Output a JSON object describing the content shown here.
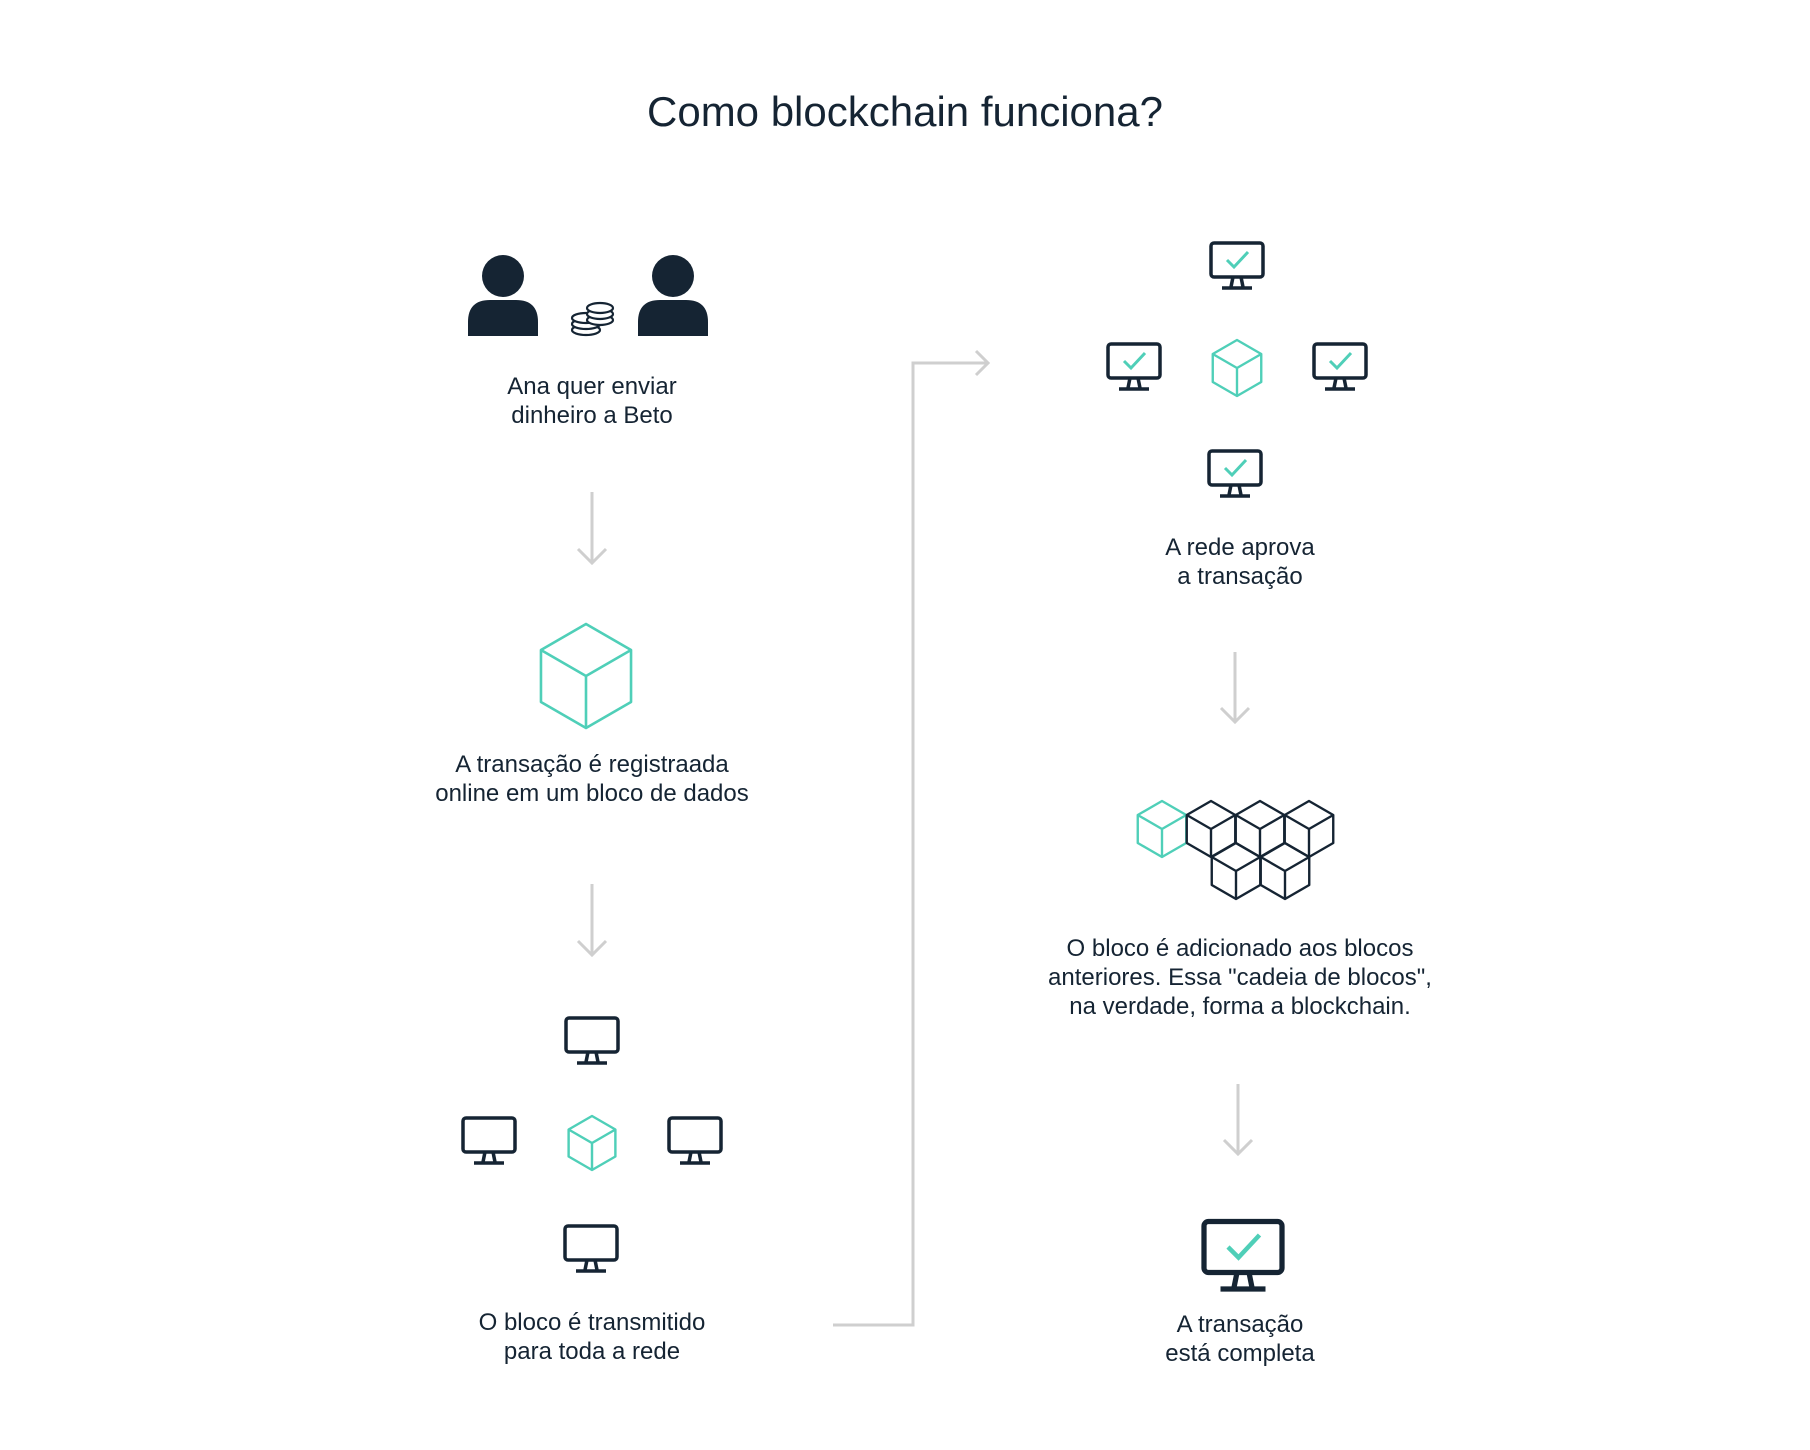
{
  "title": "Como blockchain funciona?",
  "colors": {
    "dark": "#152433",
    "accent": "#4fcfb8",
    "arrow": "#cfcfcf"
  },
  "steps": [
    {
      "id": "step-1",
      "icon": "people-coins-icon",
      "lines": [
        "Ana quer enviar",
        "dinheiro a Beto"
      ]
    },
    {
      "id": "step-2",
      "icon": "cube-icon",
      "lines": [
        "A transação é registraada",
        "online em um bloco de dados"
      ]
    },
    {
      "id": "step-3",
      "icon": "network-broadcast-icon",
      "lines": [
        "O bloco é transmitido",
        "para toda a rede"
      ]
    },
    {
      "id": "step-4",
      "icon": "network-approved-icon",
      "lines": [
        "A rede aprova",
        "a transação"
      ]
    },
    {
      "id": "step-5",
      "icon": "block-chain-icon",
      "lines": [
        "O bloco é adicionado aos blocos",
        "anteriores. Essa \"cadeia de blocos\",",
        "na verdade, forma a blockchain."
      ]
    },
    {
      "id": "step-6",
      "icon": "monitor-check-icon",
      "lines": [
        "A transação",
        "está completa"
      ]
    }
  ]
}
